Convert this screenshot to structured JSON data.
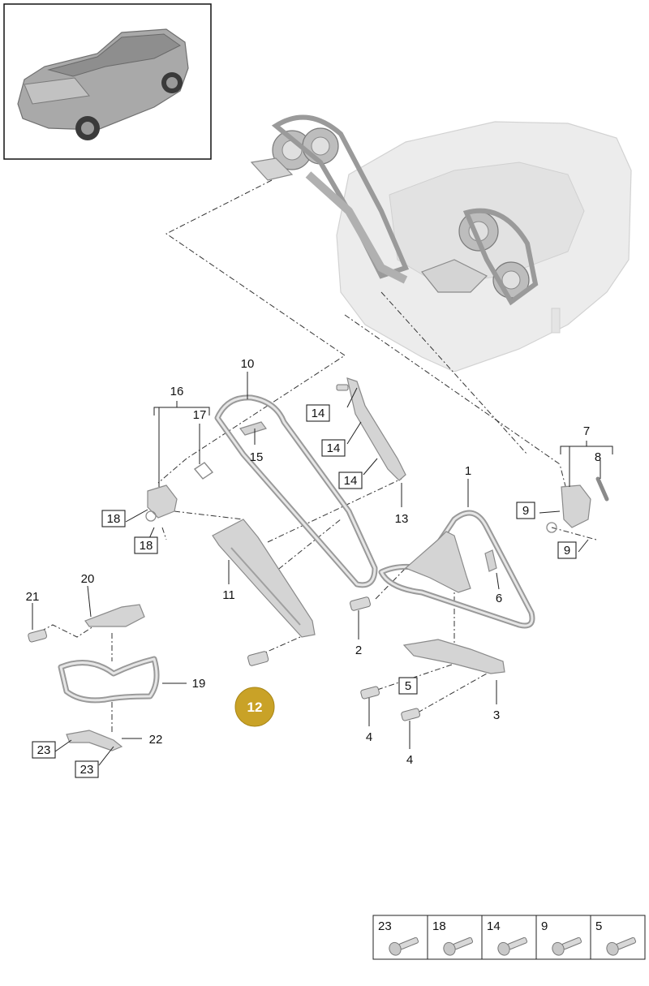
{
  "callouts": [
    {
      "id": "c1",
      "text": "1",
      "boxed": false
    },
    {
      "id": "c2",
      "text": "2",
      "boxed": false
    },
    {
      "id": "c3",
      "text": "3",
      "boxed": false
    },
    {
      "id": "c4a",
      "text": "4",
      "boxed": false
    },
    {
      "id": "c4b",
      "text": "4",
      "boxed": false
    },
    {
      "id": "c5",
      "text": "5",
      "boxed": true
    },
    {
      "id": "c6",
      "text": "6",
      "boxed": false
    },
    {
      "id": "c7",
      "text": "7",
      "boxed": false
    },
    {
      "id": "c8",
      "text": "8",
      "boxed": false
    },
    {
      "id": "c9a",
      "text": "9",
      "boxed": true
    },
    {
      "id": "c9b",
      "text": "9",
      "boxed": true
    },
    {
      "id": "c10",
      "text": "10",
      "boxed": false
    },
    {
      "id": "c11",
      "text": "11",
      "boxed": false
    },
    {
      "id": "c13",
      "text": "13",
      "boxed": false
    },
    {
      "id": "c14a",
      "text": "14",
      "boxed": true
    },
    {
      "id": "c14b",
      "text": "14",
      "boxed": true
    },
    {
      "id": "c14c",
      "text": "14",
      "boxed": true
    },
    {
      "id": "c15",
      "text": "15",
      "boxed": false
    },
    {
      "id": "c16",
      "text": "16",
      "boxed": false
    },
    {
      "id": "c17",
      "text": "17",
      "boxed": false
    },
    {
      "id": "c18a",
      "text": "18",
      "boxed": true
    },
    {
      "id": "c18b",
      "text": "18",
      "boxed": true
    },
    {
      "id": "c19",
      "text": "19",
      "boxed": false
    },
    {
      "id": "c20",
      "text": "20",
      "boxed": false
    },
    {
      "id": "c21",
      "text": "21",
      "boxed": false
    },
    {
      "id": "c22",
      "text": "22",
      "boxed": false
    },
    {
      "id": "c23a",
      "text": "23",
      "boxed": true
    },
    {
      "id": "c23b",
      "text": "23",
      "boxed": true
    }
  ],
  "highlighted_part": {
    "text": "12",
    "color": "#c9a227"
  },
  "legend": [
    {
      "text": "23"
    },
    {
      "text": "18"
    },
    {
      "text": "14"
    },
    {
      "text": "9"
    },
    {
      "text": "5"
    }
  ],
  "colors": {
    "highlight": "#c9a227",
    "part_fill": "#d4d4d4",
    "engine_fill": "#ececec",
    "line": "#222222"
  },
  "icons": [
    "car-thumbnail-icon",
    "bolt-icon"
  ]
}
